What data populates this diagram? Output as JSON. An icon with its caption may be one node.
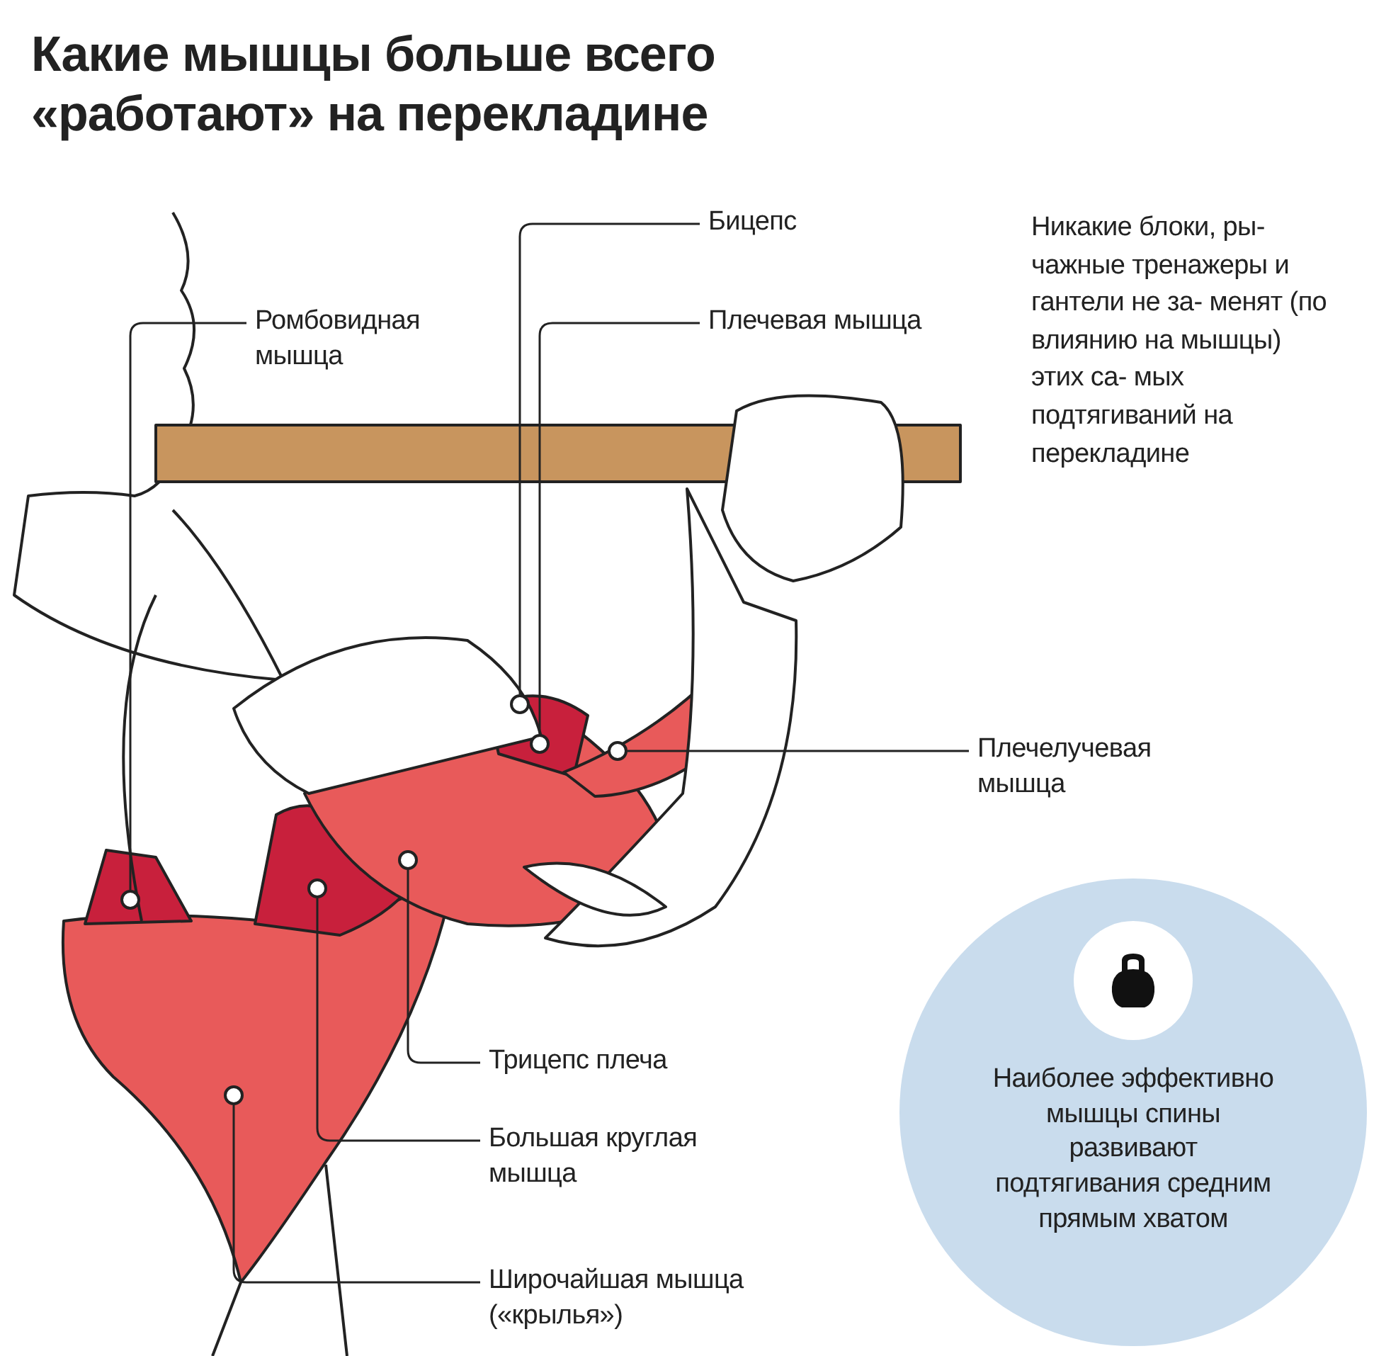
{
  "diagram": {
    "title": "Какие мышцы больше всего «работают» на перекладине",
    "nodes": [
      {
        "text": [
          "Ромбовидная мышца"
        ]
      },
      {
        "text": [
          "Бицепс"
        ]
      },
      {
        "text": [
          "Плечевая мышца"
        ]
      },
      {
        "text": [
          "Плечелучевая мышца"
        ]
      },
      {
        "text": [
          "Трицепс плеча"
        ]
      },
      {
        "text": [
          "Большая круглая мышца"
        ]
      },
      {
        "text": [
          "Широчайшая мышца («крылья»)"
        ]
      },
      {
        "text": [],
        "shape": "circle"
      },
      {
        "text": [],
        "shape": "circle"
      },
      {
        "text": [],
        "shape": "circle"
      },
      {
        "text": [],
        "shape": "circle"
      },
      {
        "text": [],
        "shape": "circle"
      },
      {
        "text": [],
        "shape": "circle"
      },
      {
        "text": [],
        "shape": "circle"
      },
      {
        "text": [
          "Наиболее эффективно мышцы спины развивают подтягивания средним прямым хватом"
        ]
      }
    ],
    "edges": [
      {
        "from": 0,
        "to": 7,
        "arrow": "none"
      },
      {
        "from": 1,
        "to": 11,
        "arrow": "none"
      },
      {
        "from": 2,
        "to": 12,
        "arrow": "none"
      },
      {
        "from": 3,
        "to": 13,
        "arrow": "none"
      },
      {
        "from": 4,
        "to": 10,
        "arrow": "none"
      },
      {
        "from": 5,
        "to": 9,
        "arrow": "none"
      },
      {
        "from": 6,
        "to": 8,
        "arrow": "none"
      }
    ],
    "labels": [
      "Никакие блоки, ры- чажные тренажеры и гантели не за- менят (по влиянию на мышцы) этих са- мых подтягиваний на перекладине"
    ]
  }
}
